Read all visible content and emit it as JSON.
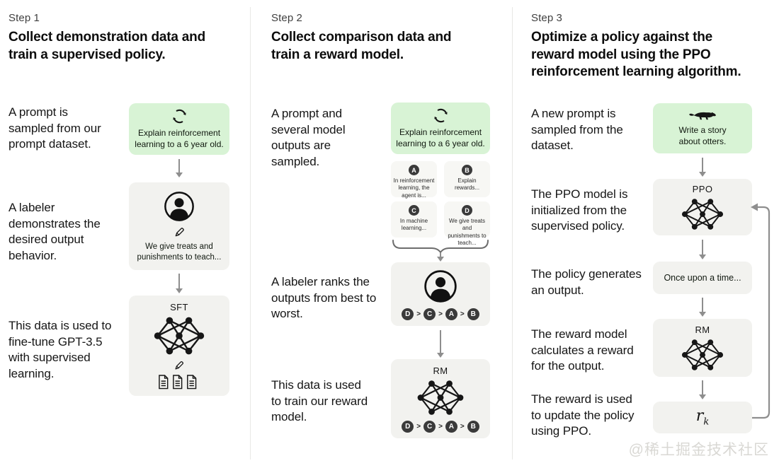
{
  "colors": {
    "green_box": "#d8f3d5",
    "gray_box": "#f2f2ef",
    "chip_dark": "#3a3a3a",
    "arrow_gray": "#8e8e8e",
    "divider": "#e8e8e5",
    "watermark_gray": "#d9d8d4"
  },
  "icons": {
    "cycle": "refresh-cycle-icon",
    "person": "labeler-person-icon",
    "pencil": "pencil-icon",
    "network": "neural-network-icon",
    "documents": "documents-icon",
    "otter": "otter-icon"
  },
  "step1": {
    "label": "Step 1",
    "title": "Collect demonstration data and train a supervised policy.",
    "text_prompt": "A prompt is sampled from our prompt dataset.",
    "text_labeler": "A labeler demonstrates the desired output behavior.",
    "text_data": "This data is used to fine-tune GPT-3.5 with supervised learning.",
    "prompt_box_label": "Explain reinforcement learning to a 6 year old.",
    "labeler_box_label": "We give treats and punishments to teach...",
    "model_box_label": "SFT"
  },
  "step2": {
    "label": "Step 2",
    "title": "Collect comparison data and train a reward model.",
    "text_prompt": "A prompt and several model outputs are sampled.",
    "text_labeler": "A labeler ranks the outputs from best to worst.",
    "text_data": "This data is used to train our reward model.",
    "prompt_box_label": "Explain reinforcement learning to a 6 year old.",
    "outputs": [
      {
        "id": "A",
        "text": "In reinforcement learning, the agent is..."
      },
      {
        "id": "B",
        "text": "Explain rewards..."
      },
      {
        "id": "C",
        "text": "In machine learning..."
      },
      {
        "id": "D",
        "text": "We give treats and punishments to teach..."
      }
    ],
    "ranking": [
      "D",
      "C",
      "A",
      "B"
    ],
    "rank_separator": ">",
    "model_box_label": "RM"
  },
  "step3": {
    "label": "Step 3",
    "title": "Optimize a policy against the reward model using the PPO reinforcement learning algorithm.",
    "text_prompt": "A new prompt is sampled from the dataset.",
    "text_init": "The PPO model is initialized from the supervised policy.",
    "text_output": "The policy generates an output.",
    "text_reward": "The reward model calculates a reward for the output.",
    "text_update": "The reward is used to update the policy using PPO.",
    "prompt_box_label": "Write a story about otters.",
    "ppo_box_label": "PPO",
    "output_box_label": "Once upon a time...",
    "rm_box_label": "RM",
    "reward_symbol": "r",
    "reward_subscript": "k"
  },
  "watermark": "@稀土掘金技术社区"
}
